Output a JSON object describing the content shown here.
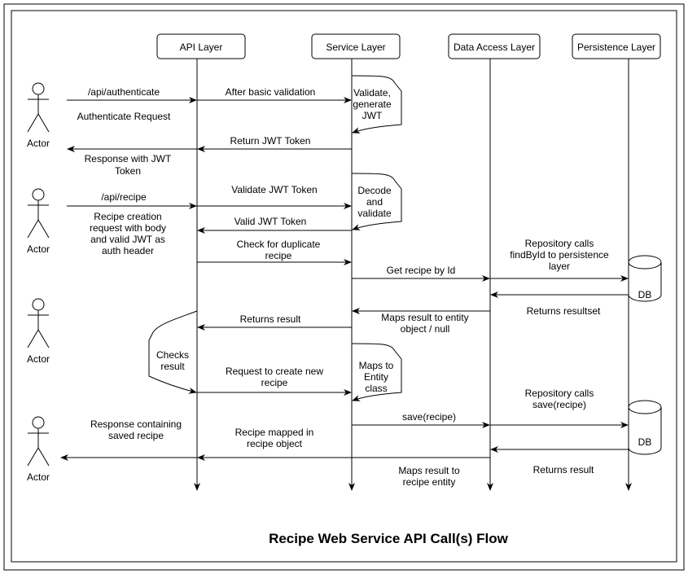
{
  "diagram": {
    "title": "Recipe Web Service API Call(s) Flow",
    "lanes": [
      "API Layer",
      "Service Layer",
      "Data Access Layer",
      "Persistence Layer"
    ],
    "actor_label": "Actor",
    "db_label": "DB",
    "messages": {
      "api_authenticate": "/api/authenticate",
      "authenticate_request": "Authenticate Request",
      "after_basic_validation": "After basic validation",
      "validate_generate": [
        "Validate,",
        "generate",
        "JWT"
      ],
      "return_jwt": "Return JWT Token",
      "response_jwt": [
        "Response with JWT",
        "Token"
      ],
      "api_recipe": "/api/recipe",
      "validate_jwt": "Validate JWT Token",
      "decode_validate": [
        "Decode",
        "and",
        "validate"
      ],
      "recipe_creation": [
        "Recipe creation",
        "request with body",
        "and valid JWT as",
        "auth header"
      ],
      "valid_jwt": "Valid JWT Token",
      "check_duplicate": [
        "Check for duplicate",
        "recipe"
      ],
      "repo_findbyid": [
        "Repository calls",
        "findById to persistence",
        "layer"
      ],
      "get_recipe": "Get recipe by Id",
      "returns_resultset": "Returns resultset",
      "returns_result_api": "Returns result",
      "maps_entity_null": [
        "Maps result to entity",
        "object / null"
      ],
      "checks_result": [
        "Checks",
        "result"
      ],
      "request_create": [
        "Request to create new",
        "recipe"
      ],
      "maps_entity_class": [
        "Maps to",
        "Entity",
        "class"
      ],
      "repo_save": [
        "Repository calls",
        "save(recipe)"
      ],
      "save_recipe": "save(recipe)",
      "response_saved": [
        "Response containing",
        "saved recipe"
      ],
      "recipe_mapped": [
        "Recipe mapped in",
        "recipe object"
      ],
      "returns_result": "Returns result",
      "maps_recipe_entity": [
        "Maps result to",
        "recipe entity"
      ]
    }
  }
}
